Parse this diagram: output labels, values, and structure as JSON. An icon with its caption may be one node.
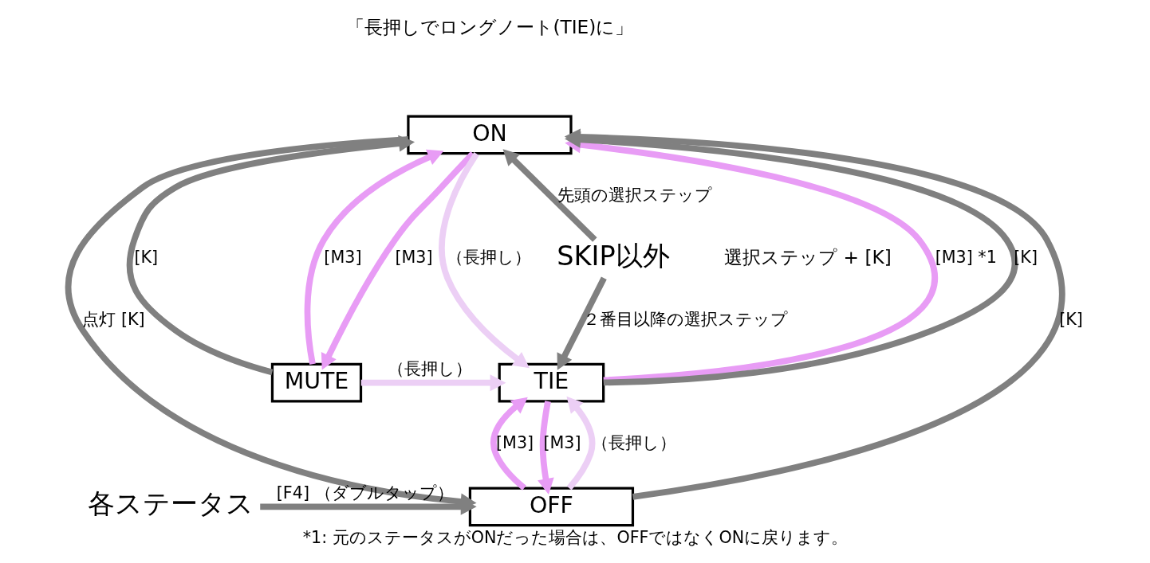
{
  "diagram": {
    "caption": "*1: 元のステータスがONだった場合は、OFFではなくONに戻ります。",
    "nodes": [
      {
        "text": [
          "ON"
        ]
      },
      {
        "text": [
          "MUTE"
        ]
      },
      {
        "text": [
          "TIE"
        ]
      },
      {
        "text": [
          "OFF"
        ]
      },
      {
        "text": [
          "SKIP以外"
        ],
        "beside": [
          "選択ステップ + [K]"
        ]
      },
      {
        "text": [
          "各ステータス"
        ]
      }
    ],
    "edges": [
      {
        "from": 0,
        "to": 3,
        "arrow": "to",
        "label": "点灯 [K]"
      },
      {
        "from": 3,
        "to": 0,
        "arrow": "to",
        "label": "[K]"
      },
      {
        "from": 1,
        "to": 0,
        "arrow": "to",
        "label": "[K]"
      },
      {
        "from": 0,
        "to": 1,
        "arrow": "to",
        "label": "[M3]",
        "color": "#e89cf5"
      },
      {
        "from": 1,
        "to": 0,
        "arrow": "to",
        "label": "[M3]",
        "color": "#e89cf5"
      },
      {
        "from": 0,
        "to": 2,
        "arrow": "to",
        "label": "（長押し）",
        "color": "#eccff5"
      },
      {
        "from": 2,
        "to": 0,
        "arrow": "to",
        "label": "[M3] *1",
        "color": "#e89cf5"
      },
      {
        "from": 2,
        "to": 0,
        "arrow": "to",
        "label": "[K]"
      },
      {
        "from": 1,
        "to": 2,
        "arrow": "to",
        "label": "（長押し）",
        "color": "#eccff5"
      },
      {
        "from": 3,
        "to": 2,
        "arrow": "to",
        "label": "（長押し）",
        "color": "#eccff5"
      },
      {
        "from": 2,
        "to": 3,
        "arrow": "to",
        "label": "[M3]",
        "color": "#e89cf5"
      },
      {
        "from": 3,
        "to": 2,
        "arrow": "to",
        "label": "[M3]",
        "color": "#e89cf5"
      },
      {
        "from": 4,
        "to": 0,
        "arrow": "to",
        "label": "先頭の選択ステップ"
      },
      {
        "from": 4,
        "to": 2,
        "arrow": "to",
        "label": "２番目以降の選択ステップ"
      },
      {
        "from": 5,
        "to": 3,
        "arrow": "to",
        "label": "[F4] （ダブルタップ）"
      }
    ],
    "labels": [
      "「長押しでロングノート(TIE)に」"
    ]
  }
}
